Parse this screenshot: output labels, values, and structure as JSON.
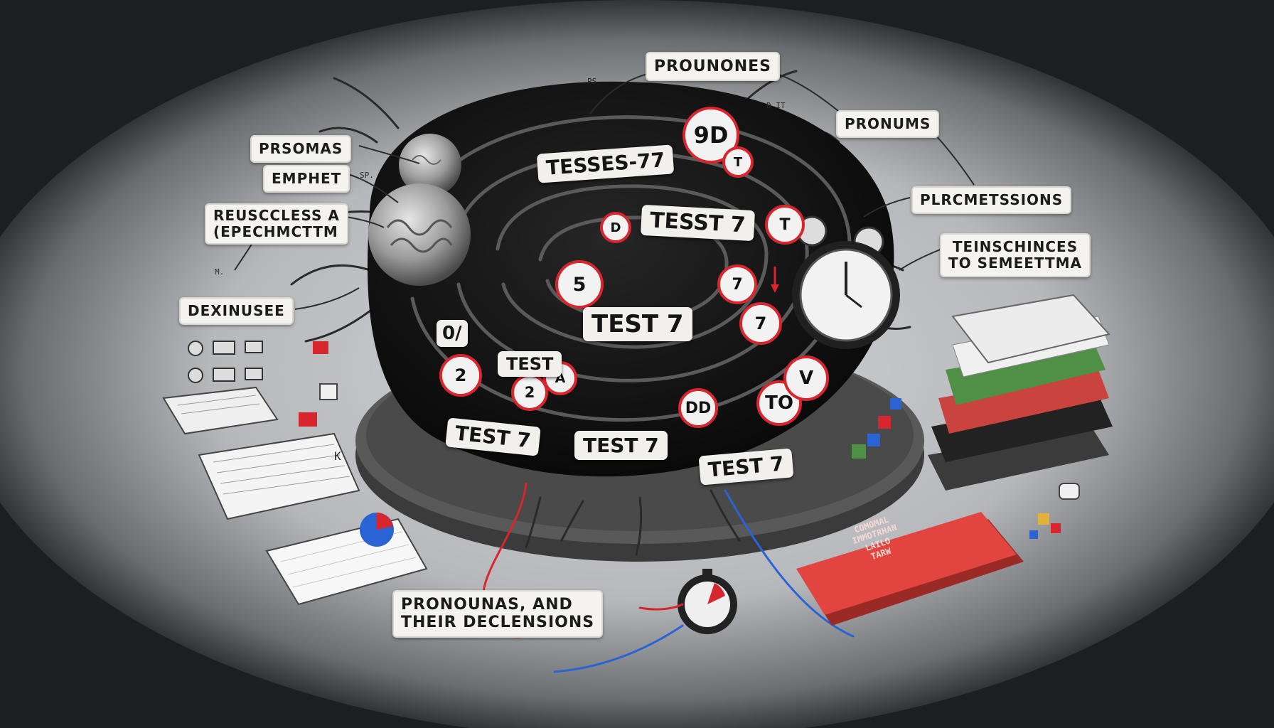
{
  "labels": {
    "prounones": "PROUNONES",
    "pronums": "PRONUMS",
    "prsomas": "PRSOMAS",
    "empiet": "EMPHET",
    "reuscless_1": "REUSCCLESS A",
    "reuscless_2": "(EPECHMCTTM",
    "plrcmetssions": "PLRCMETSSIONS",
    "teinschinces_1": "TEINSCHINCES",
    "teinschinces_2": "TO SEMEETTMA",
    "dexinusee": "DEXINUSEE",
    "pronounas_1": "PRONOUNAS, AND",
    "pronounas_2": "THEIR DECLENSIONS"
  },
  "tags": {
    "tesses": "TESSES-77",
    "test_upper": "TESST 7",
    "test_center": "TEST 7",
    "test_small": "TEST",
    "frac": "0/",
    "test_bottom_left": "TEST 7",
    "test_bottom_mid": "TEST 7",
    "test_bottom_right": "TEST 7"
  },
  "scribbles": {
    "ps": "PS",
    "dit": "D IT",
    "sp": "SP.",
    "m": "M.",
    "k": "K"
  },
  "circle_marks": {
    "c1": "9D",
    "c2": "5",
    "c3": "7",
    "c4": "2",
    "c5": "2",
    "c6": "A",
    "c7": "T",
    "c8": "7",
    "c9": "DD",
    "c10": "TO",
    "c11": "V",
    "c12": "D",
    "c13": "T"
  },
  "book": {
    "line1": "COMOMAL",
    "line2": "IMMOTRHAN",
    "line3": "LAILO",
    "line4": "TARW"
  },
  "colors": {
    "background": "#1b1f20",
    "vignette": "#c9cbd0",
    "mass": "#101010",
    "accent_red": "#d8262e",
    "accent_blue": "#2a63d4",
    "book_red": "#e2453f",
    "book_green": "#4f8f46",
    "paper": "#f4f3ef"
  },
  "icons": [
    "brain-sphere-icon",
    "alarm-clock-icon",
    "stopwatch-icon",
    "pie-chart-icon",
    "book-stack-icon",
    "open-notebook-icon",
    "red-book-icon"
  ]
}
